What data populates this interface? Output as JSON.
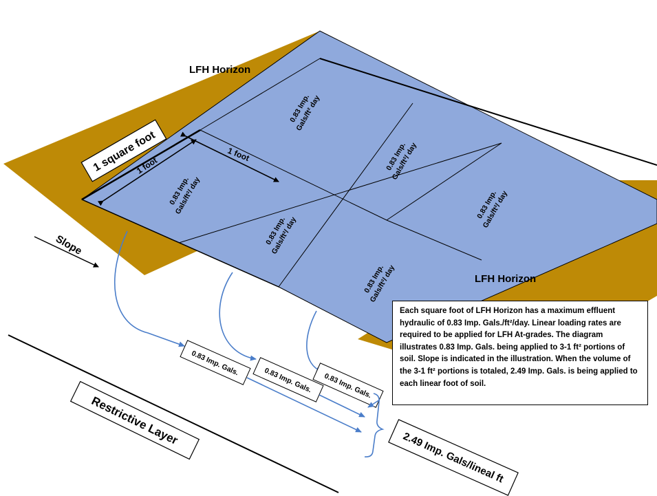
{
  "colors": {
    "horizon": "#BE8A06",
    "grid": "#8FA9DC",
    "arrow_blue": "#4A7DC9",
    "line": "#000000"
  },
  "labels": {
    "lfh_top": "LFH Horizon",
    "lfh_bottom": "LFH Horizon",
    "square_foot": "1 square foot",
    "one_foot_a": "1 foot",
    "one_foot_b": "1 foot",
    "slope": "Slope",
    "restrictive_layer": "Restrictive Layer",
    "total": "2.49 Imp. Gals/lineal ft"
  },
  "cells": [
    {
      "line1": "0.83 Imp.",
      "line2": "Gals/ft² day"
    },
    {
      "line1": "0.83 Imp.",
      "line2": "Gals/ft²/ day"
    },
    {
      "line1": "0.83 Imp.",
      "line2": "Gals/ft²/ day"
    },
    {
      "line1": "0.83 Imp.",
      "line2": "Gals/ft²/ day"
    },
    {
      "line1": "0.83 Imp.",
      "line2": "Gals/ft²/ day"
    },
    {
      "line1": "0.83 Imp.",
      "line2": "Gals/ft²/ day"
    }
  ],
  "gallon_boxes": [
    "0.83 Imp. Gals.",
    "0.83 Imp. Gals.",
    "0.83 Imp. Gals."
  ],
  "note": "Each square foot of LFH Horizon has a maximum effluent hydraulic of 0.83 Imp. Gals./ft²/day. Linear loading rates are required to be applied for LFH At-grades. The diagram illustrates 0.83 Imp. Gals. being applied to 3-1 ft² portions of soil. Slope is indicated in the illustration. When the volume of the 3-1 ft² portions is totaled, 2.49 Imp. Gals. is being applied to each linear foot of soil."
}
